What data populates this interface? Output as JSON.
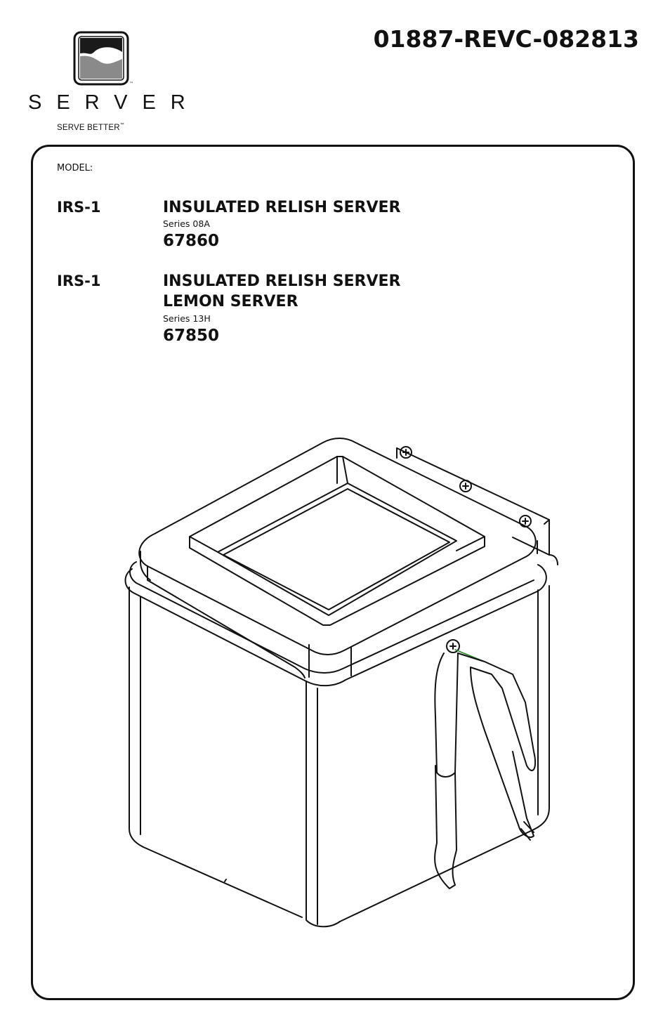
{
  "brand": {
    "name": "SERVER",
    "tagline": "SERVE BETTER",
    "trademark": "™",
    "logo_icon": "server-s-logo-icon"
  },
  "document_number": "01887-REVC-082813",
  "model_label": "MODEL:",
  "models": [
    {
      "id": "IRS-1",
      "names": [
        "INSULATED RELISH SERVER"
      ],
      "series": "Series 08A",
      "part_number": "67860"
    },
    {
      "id": "IRS-1",
      "names": [
        "INSULATED RELISH SERVER",
        "LEMON SERVER"
      ],
      "series": "Series 13H",
      "part_number": "67850"
    }
  ],
  "illustration_icon": "insulated-relish-server-drawing"
}
